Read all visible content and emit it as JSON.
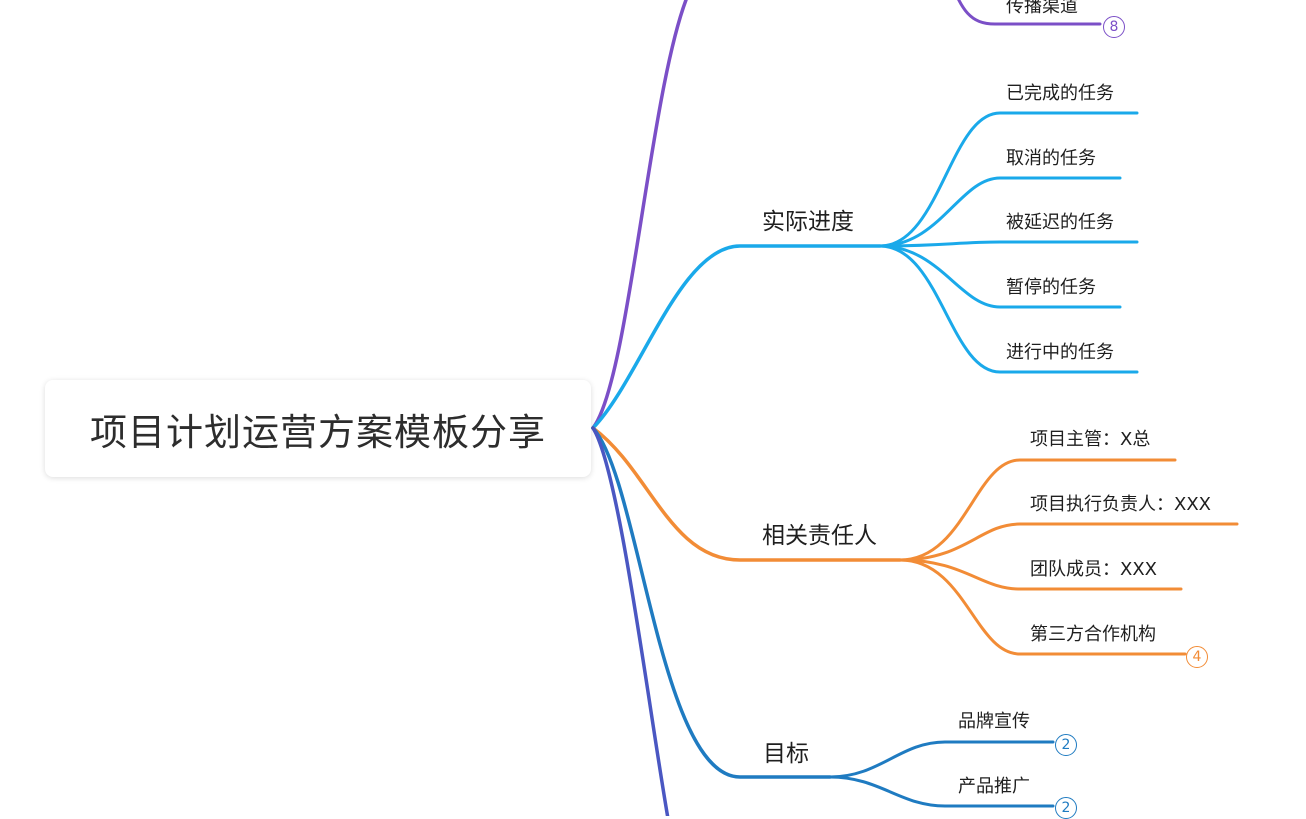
{
  "colors": {
    "purple": "#7b4fc7",
    "sky": "#1aa9ea",
    "orange": "#f28c36",
    "blue": "#1f7bc1",
    "indigo": "#4a57c2"
  },
  "root": {
    "label": "项目计划运营方案模板分享"
  },
  "branches": {
    "top": {
      "child": {
        "label": "传播渠道",
        "badge": "8"
      }
    },
    "progress": {
      "label": "实际进度",
      "children": [
        {
          "label": "已完成的任务"
        },
        {
          "label": "取消的任务"
        },
        {
          "label": "被延迟的任务"
        },
        {
          "label": "暂停的任务"
        },
        {
          "label": "进行中的任务"
        }
      ]
    },
    "owners": {
      "label": "相关责任人",
      "children": [
        {
          "label": "项目主管：X总"
        },
        {
          "label": "项目执行负责人：XXX"
        },
        {
          "label": "团队成员：XXX"
        },
        {
          "label": "第三方合作机构",
          "badge": "4"
        }
      ]
    },
    "goals": {
      "label": "目标",
      "children": [
        {
          "label": "品牌宣传",
          "badge": "2"
        },
        {
          "label": "产品推广",
          "badge": "2"
        }
      ]
    }
  }
}
